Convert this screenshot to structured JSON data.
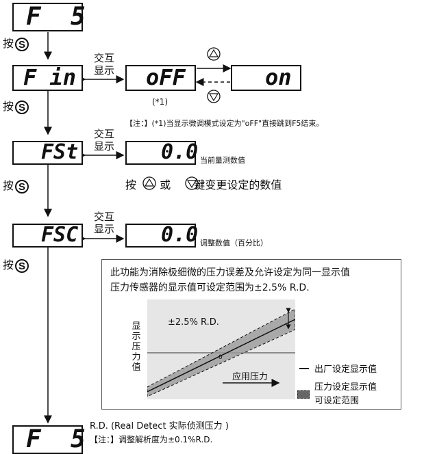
{
  "displays": {
    "f5_top": "F  5",
    "fin": "F in",
    "off": "oFF",
    "on": "on",
    "fst": "FSt",
    "fst_value": "0.0",
    "fsc": "FSC",
    "fsc_value": "0.0",
    "f5_bottom": "F  5"
  },
  "press_label": "按",
  "s_symbol": "S",
  "exchange_label_1": "交互",
  "exchange_label_2": "显示",
  "note_marker": "(*1)",
  "note_1": "【注：】(*1)当显示微调模式设定为\"oFF\"直接跳到F5结束。",
  "current_value_label": "当前量测数值",
  "change_instruction": {
    "prefix": "按",
    "middle": "或",
    "suffix": "键变更设定的数值"
  },
  "adjust_label": "调整数值（百分比）",
  "panel": {
    "line1": "此功能为消除极细微的压力误差及允许设定为同一显示值",
    "line2": "压力传感器的显示值可设定范围为±2.5% R.D.",
    "chart_label": "±2.5% R.D.",
    "y_label": [
      "显",
      "示",
      "压",
      "力",
      "值"
    ],
    "origin": "0",
    "x_label": "应用压力",
    "legend_line": "出厂设定显示值",
    "legend_area_1": "压力设定显示值",
    "legend_area_2": "可设定范围"
  },
  "rd_label": "R.D. (Real Detect   实际侦测压力 )",
  "note_2": "【注：】调整解析度为±0.1%R.D."
}
